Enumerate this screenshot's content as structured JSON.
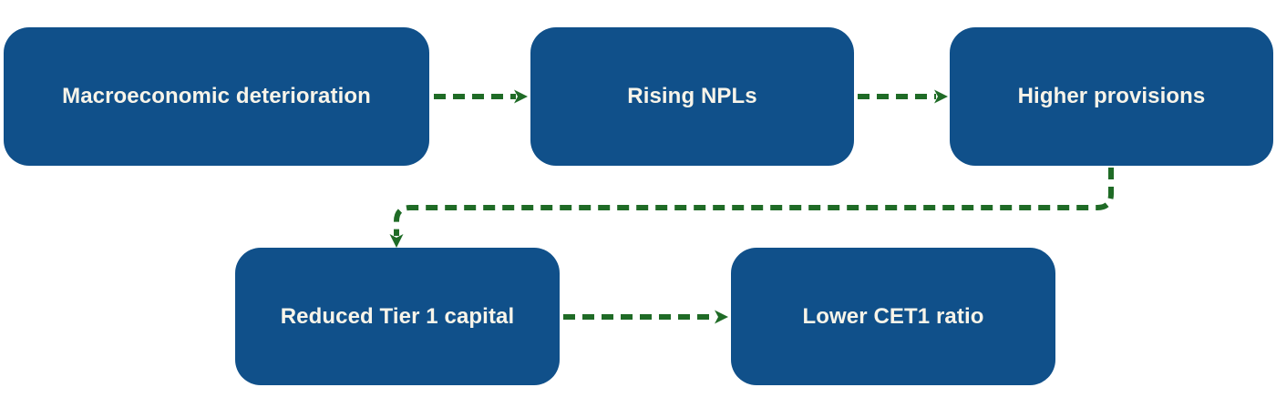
{
  "diagram": {
    "type": "flowchart",
    "nodes": [
      {
        "id": "macro",
        "label": "Macroeconomic deterioration"
      },
      {
        "id": "npls",
        "label": "Rising NPLs"
      },
      {
        "id": "provisions",
        "label": "Higher provisions"
      },
      {
        "id": "tier1",
        "label": "Reduced Tier 1 capital"
      },
      {
        "id": "cet1",
        "label": "Lower CET1 ratio"
      }
    ],
    "edges": [
      {
        "from": "macro",
        "to": "npls",
        "style": "dashed-arrow"
      },
      {
        "from": "npls",
        "to": "provisions",
        "style": "dashed-arrow"
      },
      {
        "from": "provisions",
        "to": "tier1",
        "style": "dashed-arrow-elbow"
      },
      {
        "from": "tier1",
        "to": "cet1",
        "style": "dashed-arrow"
      }
    ]
  },
  "colors": {
    "background": "#FFFFFF",
    "node_fill": "#10508A",
    "node_text": "#F8F4E9",
    "arrow": "#1F6B26"
  }
}
